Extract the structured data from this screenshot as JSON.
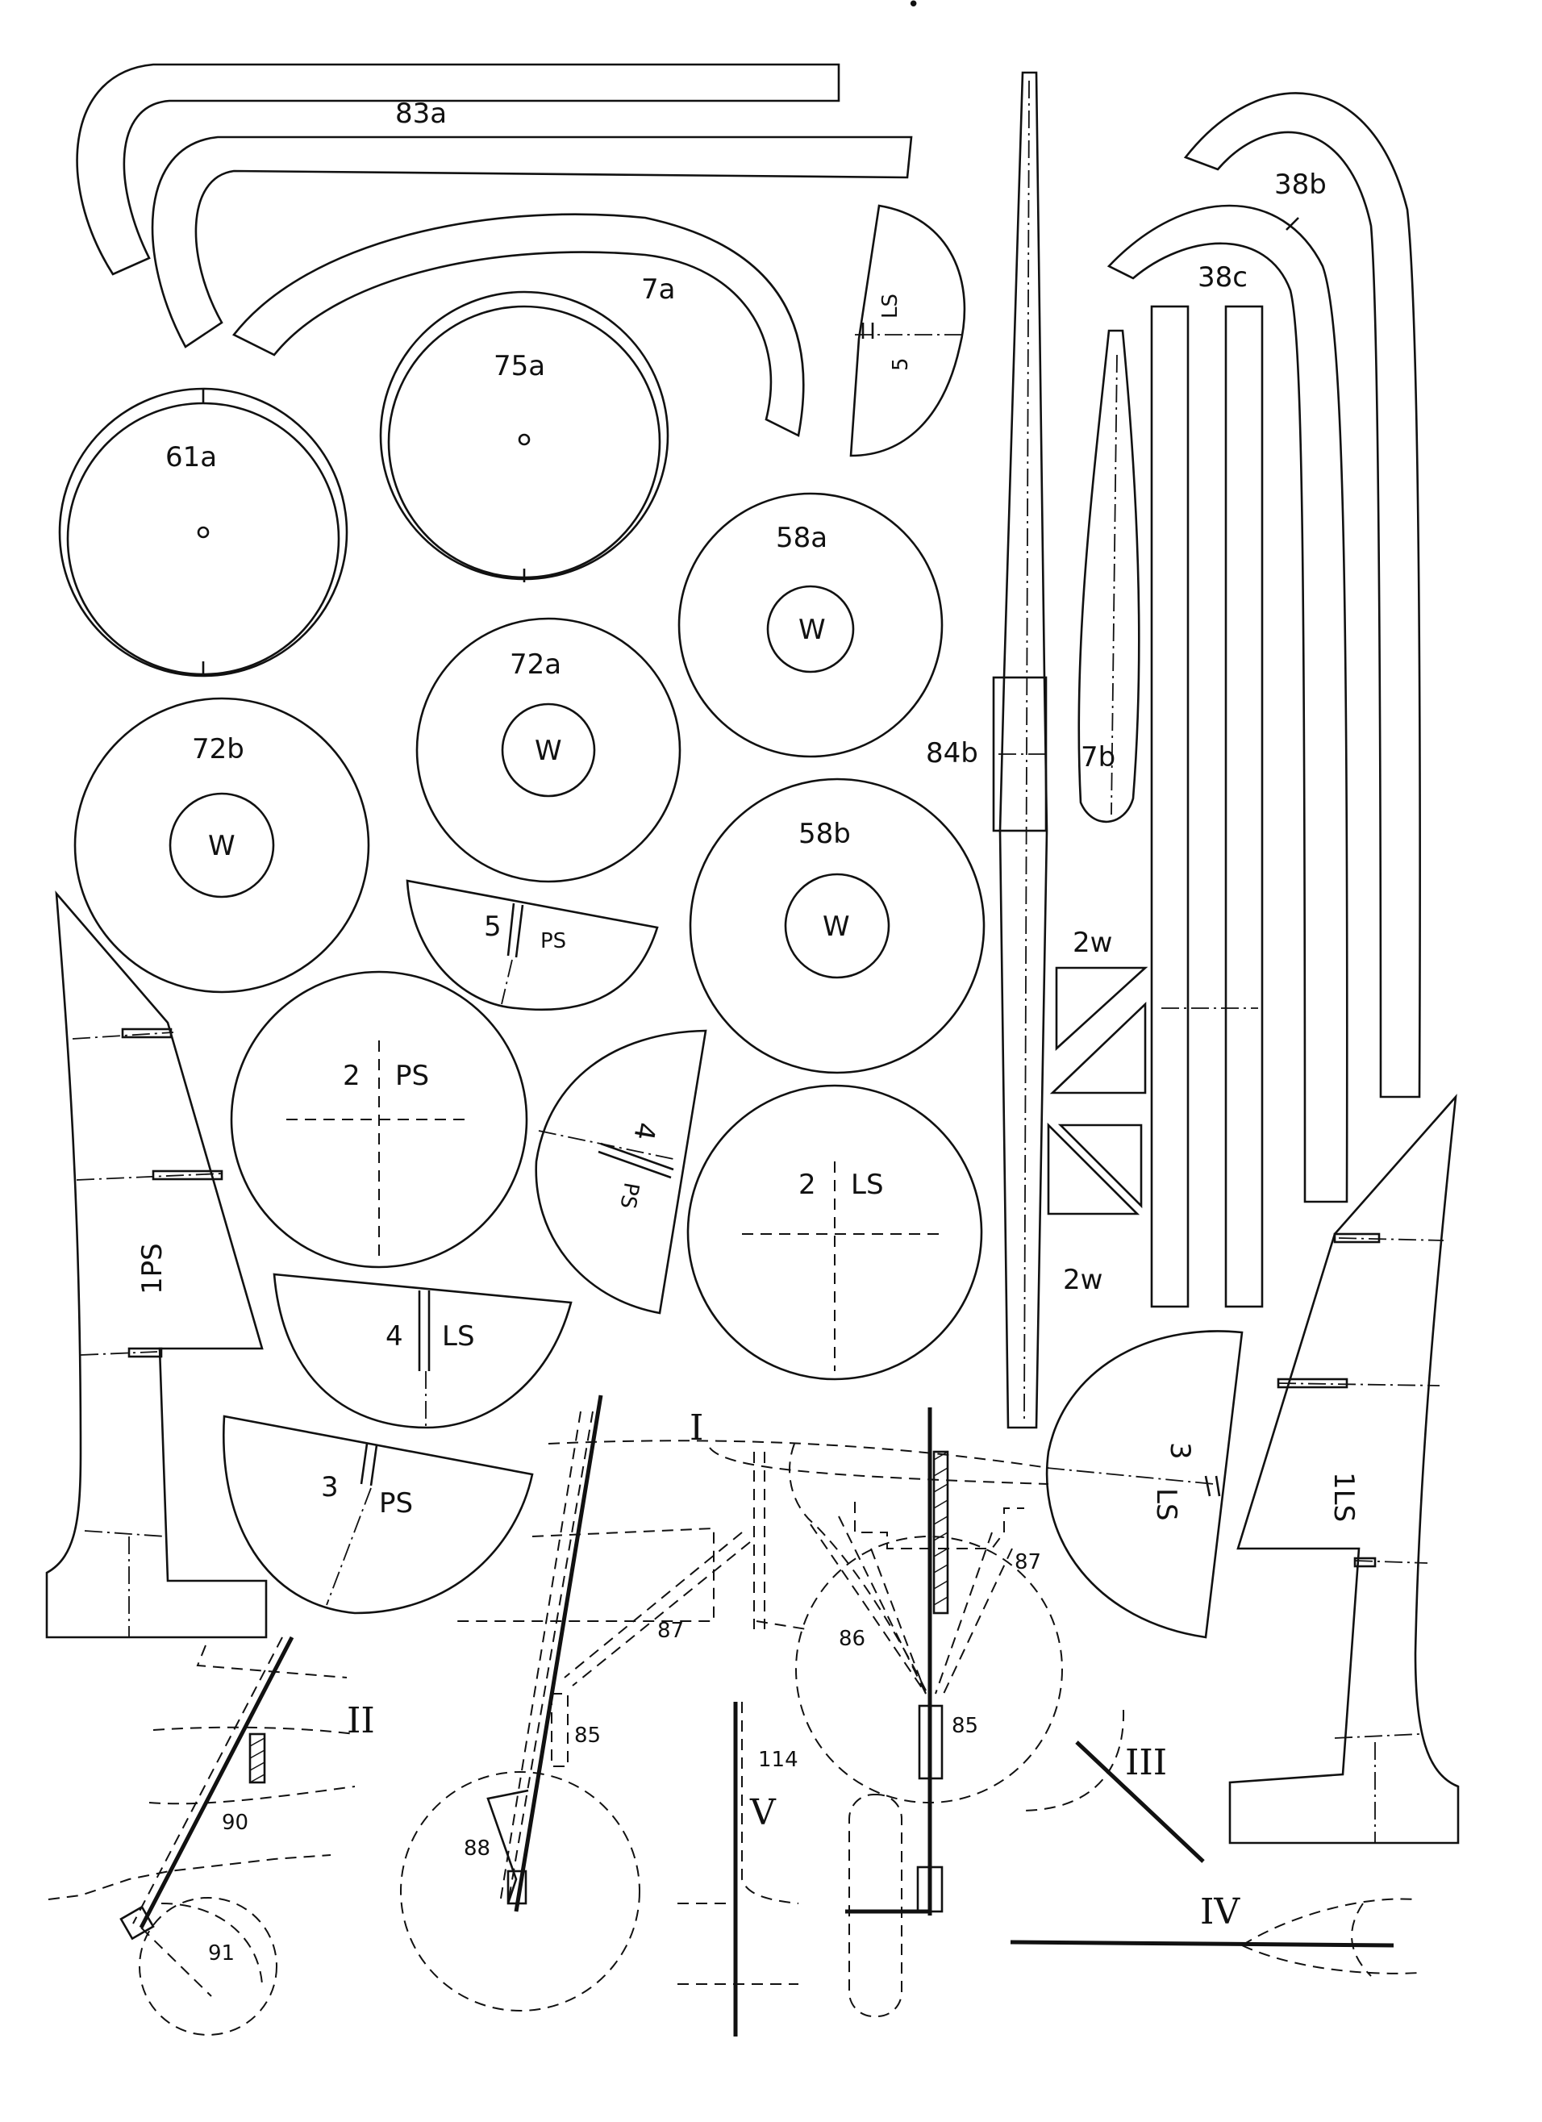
{
  "sheet": {
    "background": "#ffffff",
    "ink": "#111111",
    "stray_mark": "•"
  },
  "parts": {
    "p83a": "83a",
    "p7a": "7a",
    "p75a": "75a",
    "p61a": "61a",
    "p58a": "58a",
    "p58b": "58b",
    "p72a": "72a",
    "p72b": "72b",
    "p84b": "84b",
    "p7b": "7b",
    "p38b": "38b",
    "p38c": "38c",
    "w": "W",
    "p2w_top": "2w",
    "p2w_bottom": "2w",
    "p5ls_num": "5",
    "p5ls_code": "LS",
    "p5ps_num": "5",
    "p5ps_code": "PS",
    "p2ps_num": "2",
    "p2ps_code": "PS",
    "p2ls_num": "2",
    "p2ls_code": "LS",
    "p4ps_num": "4",
    "p4ps_code": "PS",
    "p4ls_num": "4",
    "p4ls_code": "LS",
    "p3ps_num": "3",
    "p3ps_code": "PS",
    "p3ls_num": "3",
    "p3ls_code": "LS",
    "p1ps": "1PS",
    "p1ls": "1LS"
  },
  "details": {
    "roman_I": "I",
    "roman_II": "II",
    "roman_III": "III",
    "roman_IV": "IV",
    "roman_V": "V",
    "n85a": "85",
    "n85b": "85",
    "n86": "86",
    "n87a": "87",
    "n87b": "87",
    "n88": "88",
    "n90": "90",
    "n91": "91",
    "n114": "114"
  }
}
